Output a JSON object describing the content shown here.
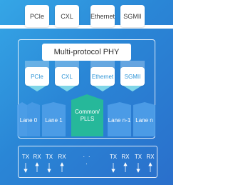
{
  "top_protocols": [
    "PCIe",
    "CXL",
    "Ethernet",
    "SGMII"
  ],
  "phy_title": "Multi-protocol PHY",
  "inner_protocols": [
    "PCIe",
    "CXL",
    "Ethernet",
    "SGMII"
  ],
  "lanes": [
    "Lane 0",
    "Lane 1",
    "Lane n-1",
    "Lane n"
  ],
  "common": {
    "line1": "Common/",
    "line2": "PLLS"
  },
  "io_labels": [
    "TX",
    "RX",
    "TX",
    "RX",
    "TX",
    "RX",
    "TX",
    "RX"
  ],
  "ellipsis": "· · ·",
  "colors": {
    "background_light": "#35a6e6",
    "background_dark": "#2a6fcb",
    "lane_fill": "#4f9ee8",
    "common_fill": "#26b89a",
    "protocol_text": "#2b93d6"
  }
}
